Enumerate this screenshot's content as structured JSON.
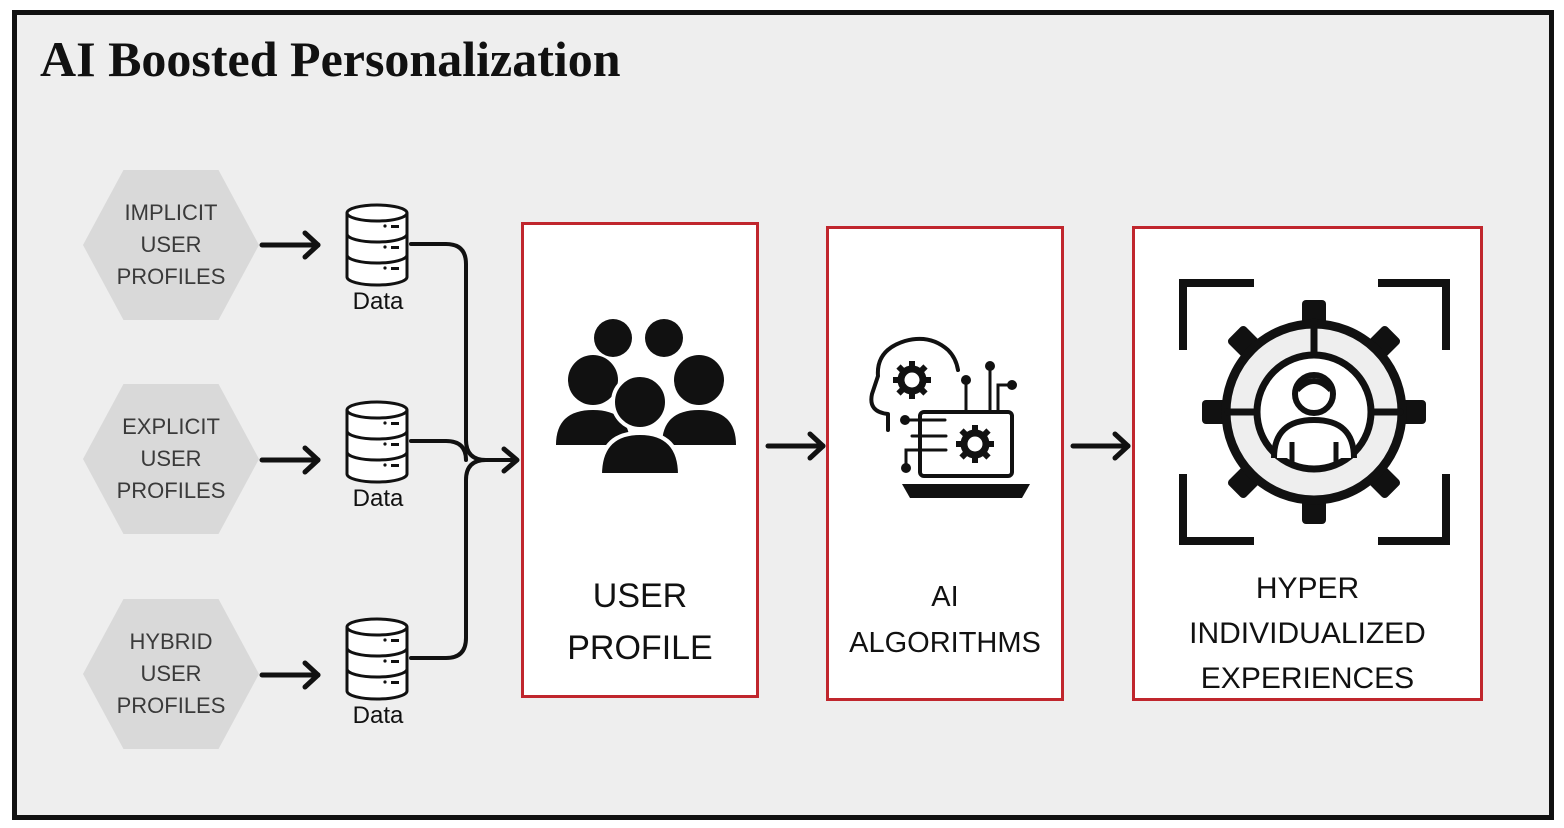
{
  "title": "AI Boosted Personalization",
  "sources": [
    {
      "lines": [
        "IMPLICIT",
        "USER",
        "PROFILES"
      ],
      "data_label": "Data"
    },
    {
      "lines": [
        "EXPLICIT",
        "USER",
        "PROFILES"
      ],
      "data_label": "Data"
    },
    {
      "lines": [
        "HYBRID",
        "USER",
        "PROFILES"
      ],
      "data_label": "Data"
    }
  ],
  "stages": [
    {
      "lines": [
        "USER",
        "PROFILE"
      ],
      "icon": "people-group-icon"
    },
    {
      "lines": [
        "AI",
        "ALGORITHMS"
      ],
      "icon": "ai-head-laptop-icon"
    },
    {
      "lines": [
        "HYPER",
        "INDIVIDUALIZED",
        "EXPERIENCES"
      ],
      "icon": "target-person-gear-icon"
    }
  ],
  "colors": {
    "frame_bg": "#eeeeee",
    "frame_border": "#111111",
    "hexagon_fill": "#d9d9d9",
    "stage_border": "#c0262d",
    "icon": "#111111"
  }
}
